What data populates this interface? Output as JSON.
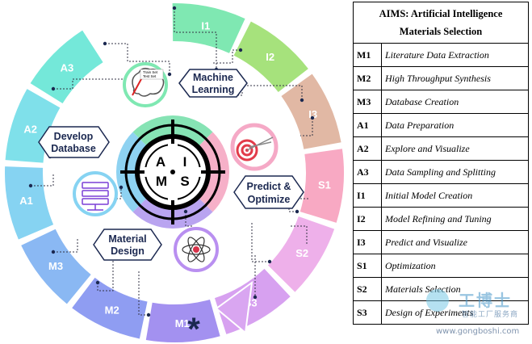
{
  "center": {
    "letters": [
      "A",
      "I",
      "M",
      "S"
    ]
  },
  "segments": [
    {
      "code": "I1",
      "color": "#7fe8b2",
      "text_color": "#ffffff"
    },
    {
      "code": "I2",
      "color": "#a6e27c",
      "text_color": "#ffffff"
    },
    {
      "code": "I3",
      "color": "#e1b8a4",
      "text_color": "#ffffff"
    },
    {
      "code": "S1",
      "color": "#f8a9c3",
      "text_color": "#ffffff"
    },
    {
      "code": "S2",
      "color": "#eeb0ea",
      "text_color": "#ffffff"
    },
    {
      "code": "S3",
      "color": "#d7a1f0",
      "text_color": "#ffffff"
    },
    {
      "code": "M1",
      "color": "#a391f0",
      "text_color": "#ffffff"
    },
    {
      "code": "M2",
      "color": "#8f9df2",
      "text_color": "#ffffff"
    },
    {
      "code": "M3",
      "color": "#8ab8f3",
      "text_color": "#ffffff"
    },
    {
      "code": "A1",
      "color": "#86d3f2",
      "text_color": "#ffffff"
    },
    {
      "code": "A2",
      "color": "#7fe0ea",
      "text_color": "#ffffff"
    },
    {
      "code": "A3",
      "color": "#74e8d9",
      "text_color": "#ffffff"
    }
  ],
  "callouts": {
    "machine_learning": [
      "Machine",
      "Learning"
    ],
    "develop_database": [
      "Develop",
      "Database"
    ],
    "predict_optimize": [
      "Predict &",
      "Optimize"
    ],
    "material_design": [
      "Material",
      "Design"
    ]
  },
  "icon_text": {
    "train_set": "Train Set",
    "test_set": "Test Set"
  },
  "asterisk": "*",
  "legend": {
    "title": [
      "AIMS: Artificial Intelligence",
      "Materials Selection"
    ],
    "rows": [
      {
        "code": "M1",
        "label": "Literature Data Extraction"
      },
      {
        "code": "M2",
        "label": "High Throughput Synthesis"
      },
      {
        "code": "M3",
        "label": "Database Creation"
      },
      {
        "code": "A1",
        "label": "Data Preparation"
      },
      {
        "code": "A2",
        "label": "Explore and Visualize"
      },
      {
        "code": "A3",
        "label": "Data Sampling and Splitting"
      },
      {
        "code": "I1",
        "label": "Initial Model Creation"
      },
      {
        "code": "I2",
        "label": "Model Refining and Tuning"
      },
      {
        "code": "I3",
        "label": "Predict and Visualize"
      },
      {
        "code": "S1",
        "label": "Optimization"
      },
      {
        "code": "S2",
        "label": "Materials Selection"
      },
      {
        "code": "S3",
        "label": "Design of Experiments"
      }
    ]
  },
  "watermark": {
    "brand": "工博士",
    "tagline": "智能工厂服务商",
    "url": "www.gongboshi.com"
  }
}
